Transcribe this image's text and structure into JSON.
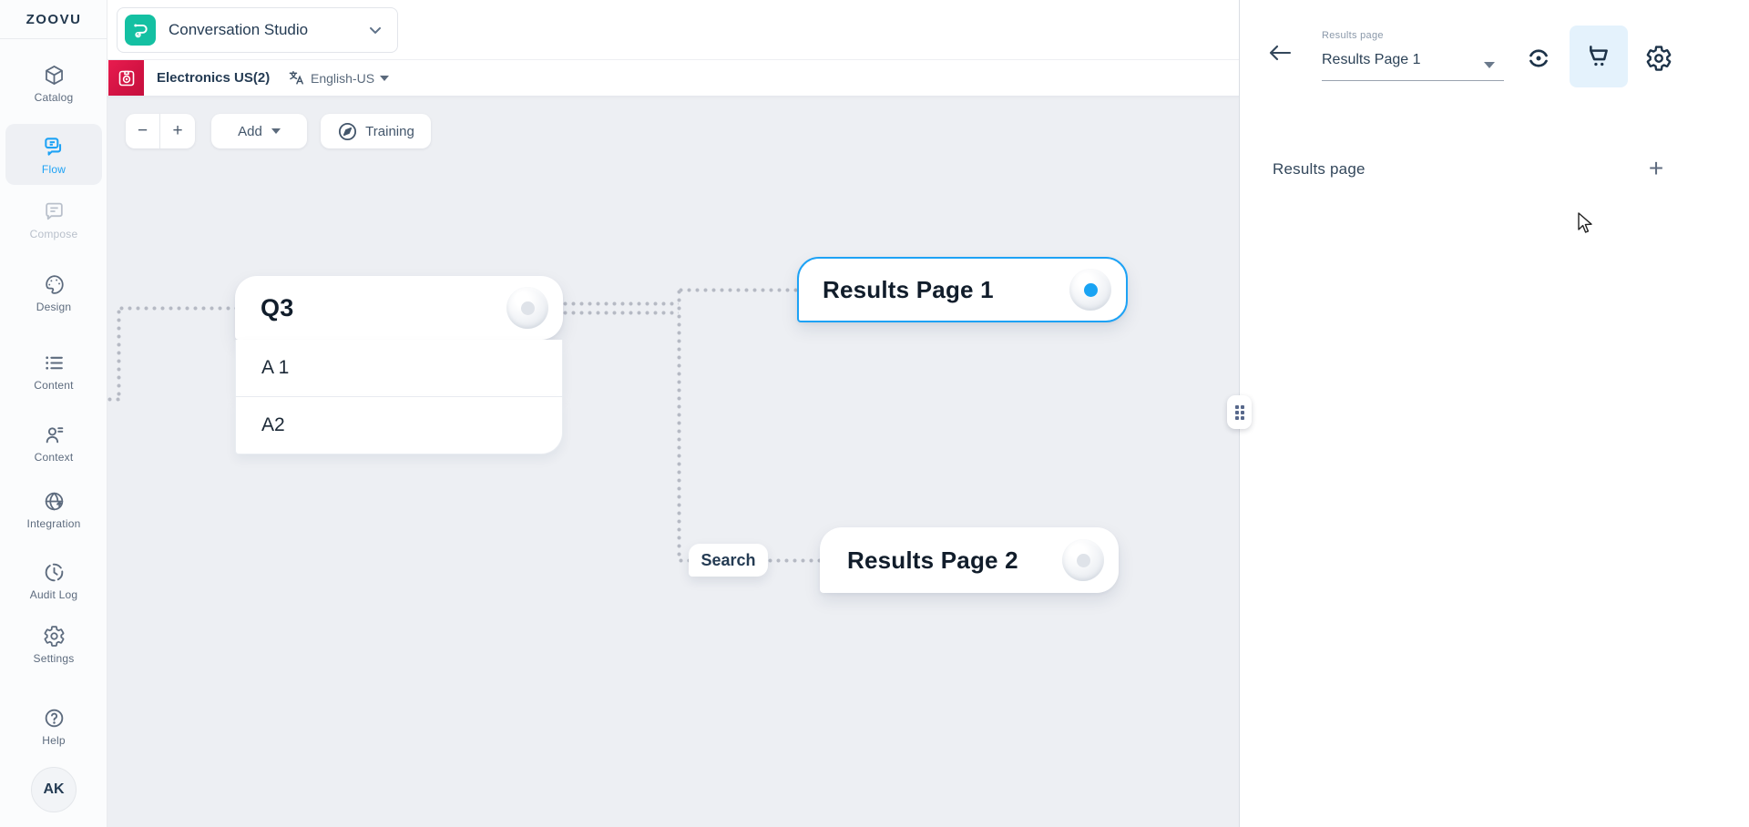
{
  "brand": {
    "logo_text": "ZOOVU"
  },
  "sidebar": {
    "items": [
      {
        "label": "Catalog",
        "state": "default"
      },
      {
        "label": "Flow",
        "state": "active"
      },
      {
        "label": "Compose",
        "state": "disabled"
      },
      {
        "label": "Design",
        "state": "default"
      },
      {
        "label": "Content",
        "state": "default"
      },
      {
        "label": "Context",
        "state": "default"
      },
      {
        "label": "Integration",
        "state": "default"
      },
      {
        "label": "Audit Log",
        "state": "default"
      },
      {
        "label": "Settings",
        "state": "default"
      },
      {
        "label": "Help",
        "state": "default"
      }
    ],
    "avatar_initials": "AK"
  },
  "header": {
    "app_switcher_label": "Conversation Studio",
    "assistant_name": "Electronics US(2)",
    "language": "English-US"
  },
  "canvas_toolbar": {
    "zoom_out": "−",
    "zoom_in": "+",
    "add_label": "Add",
    "training_label": "Training"
  },
  "flow": {
    "question_node": {
      "title": "Q3",
      "answers": [
        "A 1",
        "A2"
      ]
    },
    "results_node_1": {
      "title": "Results Page 1",
      "selected": true
    },
    "search_node": {
      "label": "Search"
    },
    "results_node_2": {
      "title": "Results Page 2",
      "selected": false
    }
  },
  "panel": {
    "field_label": "Results page",
    "field_value": "Results Page 1",
    "tools": [
      "filter-icon",
      "cart-icon",
      "settings-icon"
    ],
    "active_tool": "cart-icon",
    "section_heading": "Results page",
    "add_button": "+"
  },
  "colors": {
    "accent_blue": "#1da2f5",
    "teal": "#14c0a2",
    "brand_red": "#d31343",
    "navy": "#243b53",
    "canvas_bg": "#edeff3",
    "dotted_line": "#b6bac4",
    "active_tool_bg": "#e4f2fc"
  }
}
